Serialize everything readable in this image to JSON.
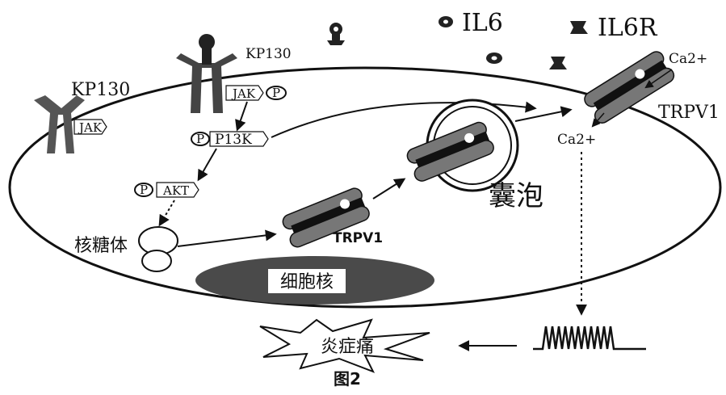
{
  "ligands": {
    "il6": "IL6",
    "il6r": "IL6R"
  },
  "receptors": {
    "kp130_left": "KP130",
    "kp130_center": "KP130"
  },
  "kinases": {
    "jak_left": "JAK",
    "jak_center": "JAK",
    "pi3k": "P13K",
    "akt": "AKT",
    "phospho": "P"
  },
  "channel": {
    "trpv1_membrane": "TRPV1",
    "trpv1_inner": "TRPV1"
  },
  "ions": {
    "ca_out": "Ca2+",
    "ca_in": "Ca2+"
  },
  "organelles": {
    "ribosome": "核糖体",
    "nucleus": "细胞核",
    "vesicle": "囊泡"
  },
  "outcome": {
    "pain": "炎症痛"
  },
  "caption": "图2"
}
